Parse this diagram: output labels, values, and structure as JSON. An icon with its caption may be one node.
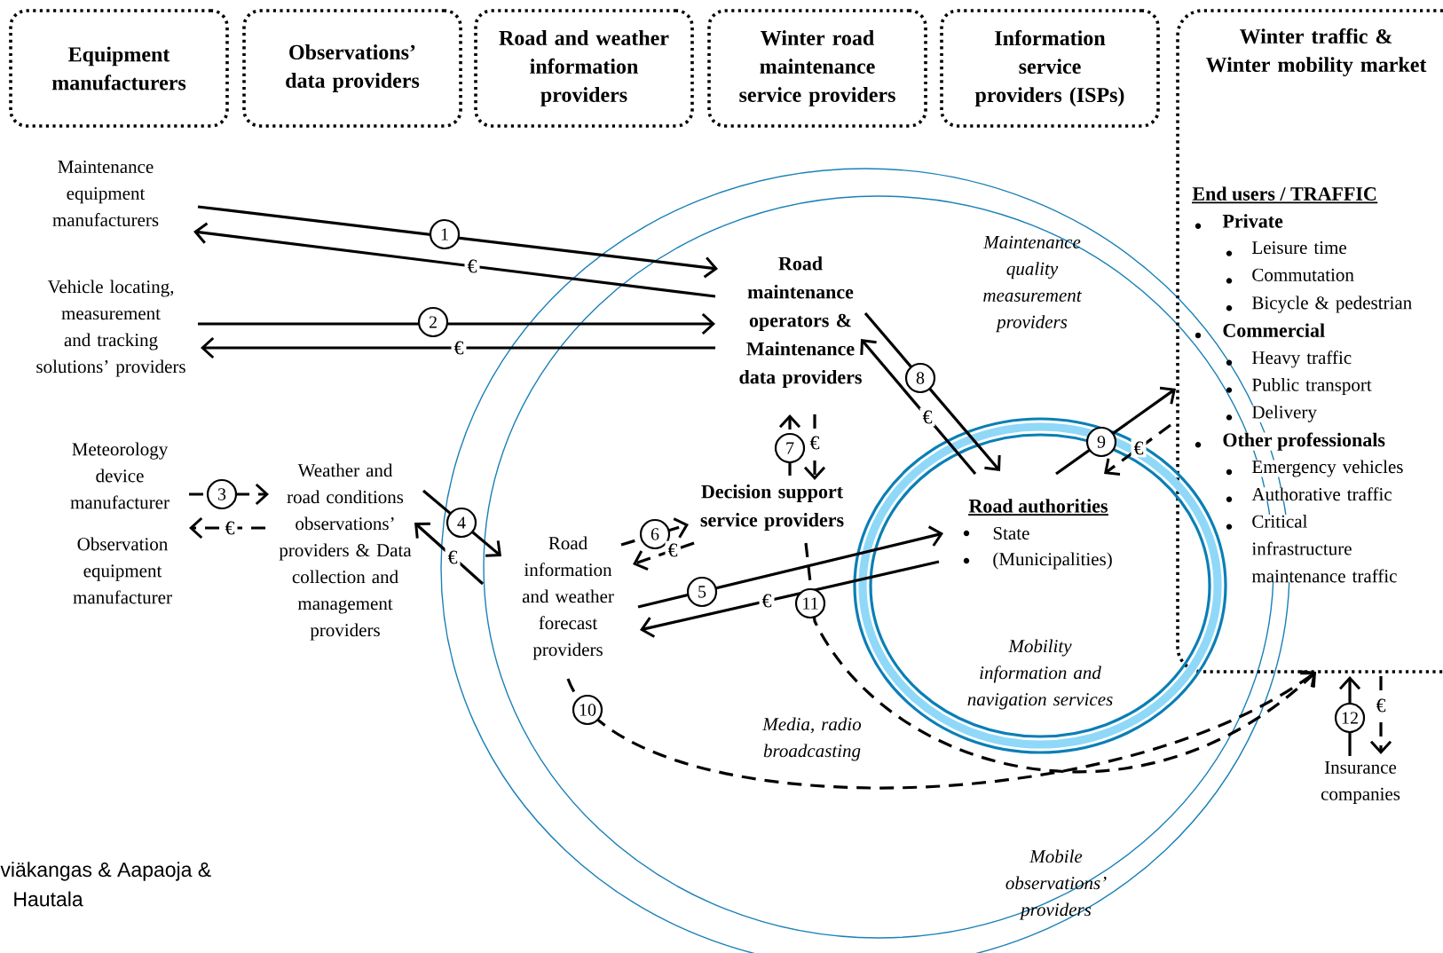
{
  "diagram": {
    "nodes": [
      {
        "text": [
          "Equipment manufacturers"
        ]
      },
      {
        "text": [
          "Observations’ data providers"
        ]
      },
      {
        "text": [
          "Road and weather information providers"
        ]
      },
      {
        "text": [
          "Winter road maintenance service providers"
        ]
      },
      {
        "text": [
          "Information service providers (ISPs)"
        ]
      },
      {
        "text": [
          "Winter traffic & Winter mobility market",
          "End users / TRAFFIC",
          "Private",
          "Leisure time",
          "Commutation",
          "Bicycle & pedestrian",
          "Commercial",
          "Heavy traffic",
          "Public transport",
          "Delivery",
          "Other professionals",
          "Emergency vehicles",
          "Authorative traffic",
          "Critical infrastructure maintenance traffic"
        ]
      },
      {
        "text": [
          "Maintenance equipment manufacturers"
        ]
      },
      {
        "text": [
          "Vehicle locating, measurement and tracking solutions’ providers"
        ]
      },
      {
        "text": [
          "Meteorology device manufacturer"
        ]
      },
      {
        "text": [
          "Observation equipment manufacturer"
        ]
      },
      {
        "text": [
          "Weather and road conditions observations’ providers & Data collection and management providers"
        ]
      },
      {
        "text": [
          "Road maintenance operators & Maintenance data providers"
        ]
      },
      {
        "text": [
          "Decision support service providers"
        ]
      },
      {
        "text": [
          "Road information and weather forecast providers"
        ]
      },
      {
        "text": [
          "Road authorities",
          "State",
          "(Municipalities)"
        ]
      },
      {
        "text": [
          "Insurance companies"
        ]
      }
    ],
    "edges": [
      {
        "from": 6,
        "to": 11,
        "arrow": "to",
        "label": "1"
      },
      {
        "from": 11,
        "to": 6,
        "arrow": "to",
        "label": "€"
      },
      {
        "from": 7,
        "to": 11,
        "arrow": "to",
        "label": "2"
      },
      {
        "from": 11,
        "to": 7,
        "arrow": "to",
        "label": "€"
      },
      {
        "from": 8,
        "to": 10,
        "arrow": "to",
        "label": "3",
        "style": "dashed"
      },
      {
        "from": 10,
        "to": 9,
        "arrow": "to",
        "label": "€",
        "style": "dashed"
      },
      {
        "from": 10,
        "to": 13,
        "arrow": "to",
        "label": "4"
      },
      {
        "from": 13,
        "to": 10,
        "arrow": "to",
        "label": "€"
      },
      {
        "from": 13,
        "to": 14,
        "arrow": "to",
        "label": "5"
      },
      {
        "from": 14,
        "to": 13,
        "arrow": "to",
        "label": "€"
      },
      {
        "from": 13,
        "to": 12,
        "arrow": "to",
        "label": "6",
        "style": "dashed"
      },
      {
        "from": 12,
        "to": 13,
        "arrow": "to",
        "label": "€",
        "style": "dashed"
      },
      {
        "from": 12,
        "to": 11,
        "arrow": "to",
        "label": "7",
        "style": "dashed"
      },
      {
        "from": 11,
        "to": 12,
        "arrow": "to",
        "label": "€",
        "style": "dashed"
      },
      {
        "from": 11,
        "to": 14,
        "arrow": "to",
        "label": "8"
      },
      {
        "from": 14,
        "to": 11,
        "arrow": "to",
        "label": "€"
      },
      {
        "from": 14,
        "to": 5,
        "arrow": "to",
        "label": "9"
      },
      {
        "from": 5,
        "to": 14,
        "arrow": "to",
        "label": "€",
        "style": "dashed"
      },
      {
        "from": 13,
        "to": 5,
        "arrow": "to",
        "label": "10",
        "style": "dashed"
      },
      {
        "from": 12,
        "to": 5,
        "arrow": "to",
        "label": "11",
        "style": "dashed"
      },
      {
        "from": 15,
        "to": 5,
        "arrow": "to",
        "label": "12"
      },
      {
        "from": 5,
        "to": 15,
        "arrow": "to",
        "label": "€",
        "style": "dashed"
      }
    ],
    "labels": [
      "Maintenance quality measurement providers",
      "Mobility information and navigation services",
      "Media, radio broadcasting",
      "viäkangas & Aapaoja &",
      "Hautala",
      "Mobile observations’ providers"
    ]
  }
}
